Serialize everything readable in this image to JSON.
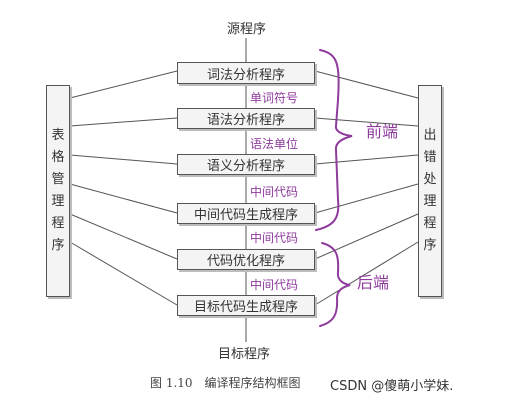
{
  "top_label": "源程序",
  "bottom_label": "目标程序",
  "phases": [
    "词法分析程序",
    "语法分析程序",
    "语义分析程序",
    "中间代码生成程序",
    "代码优化程序",
    "目标代码生成程序"
  ],
  "intermediates": [
    "单词符号",
    "语法单位",
    "中间代码",
    "中间代码",
    "中间代码"
  ],
  "left_side": "表格管理程序",
  "right_side": "出错处理程序",
  "frontend_label": "前端",
  "backend_label": "后端",
  "caption": "图 1.10　编译程序结构框图",
  "watermark": "CSDN @傻萌小学妹.",
  "colors": {
    "annotation": "#8e3b9c",
    "line": "#555555",
    "box_fill": "#f4f4f4"
  }
}
